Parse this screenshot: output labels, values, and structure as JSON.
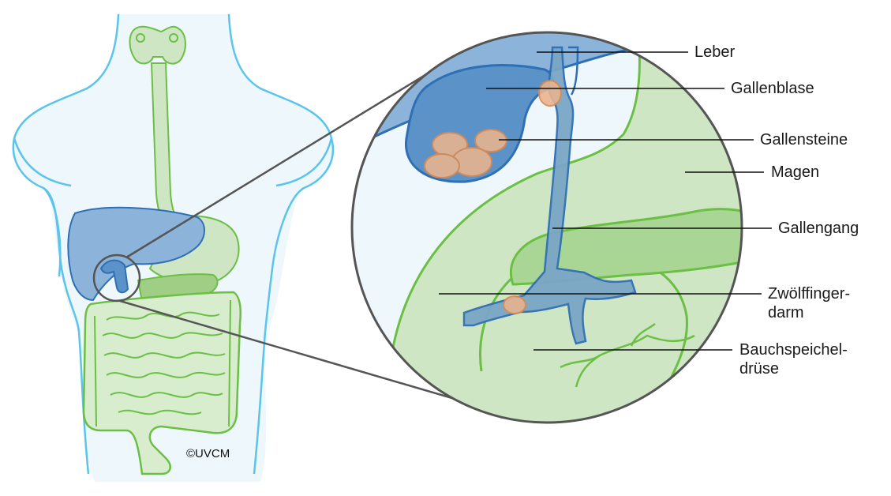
{
  "labels": {
    "leber": "Leber",
    "gallenblase": "Gallenblase",
    "gallensteine": "Gallensteine",
    "magen": "Magen",
    "gallengang": "Gallengang",
    "zwoelffingerdarm_1": "Zwölffinger-",
    "zwoelffingerdarm_2": "darm",
    "bauchspeicheldruese_1": "Bauchspeichel-",
    "bauchspeicheldruese_2": "drüse"
  },
  "copyright": "©UVCM",
  "colors": {
    "body_outline": "#5bc4ea",
    "body_fill": "#eef8fc",
    "organ_green_fill": "#cfe6c4",
    "organ_green_stroke": "#6cbf45",
    "liver_blue_fill": "#8cb3d9",
    "liver_blue_stroke": "#2f6fb5",
    "stone_fill": "#e8b48f",
    "stone_stroke": "#d98b52"
  }
}
